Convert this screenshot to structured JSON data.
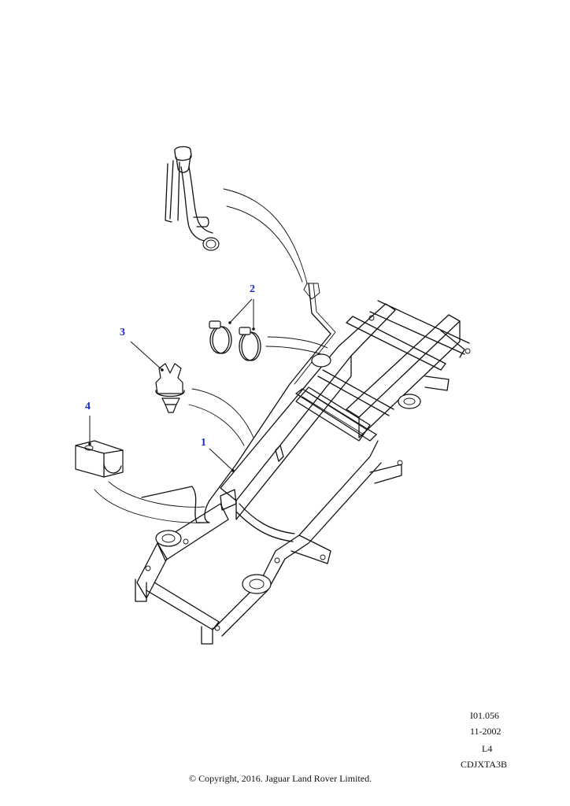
{
  "callouts": [
    {
      "id": "1",
      "label": "1"
    },
    {
      "id": "2",
      "label": "2"
    },
    {
      "id": "3",
      "label": "3"
    },
    {
      "id": "4",
      "label": "4"
    }
  ],
  "meta": {
    "ref": "I01.056",
    "date": "11-2002",
    "level": "L4",
    "code": "CDJXTA3B"
  },
  "copyright": "© Copyright, 2016. Jaguar Land Rover Limited.",
  "colors": {
    "callout": "#1a2fbf",
    "line": "#111111",
    "background": "#ffffff"
  }
}
